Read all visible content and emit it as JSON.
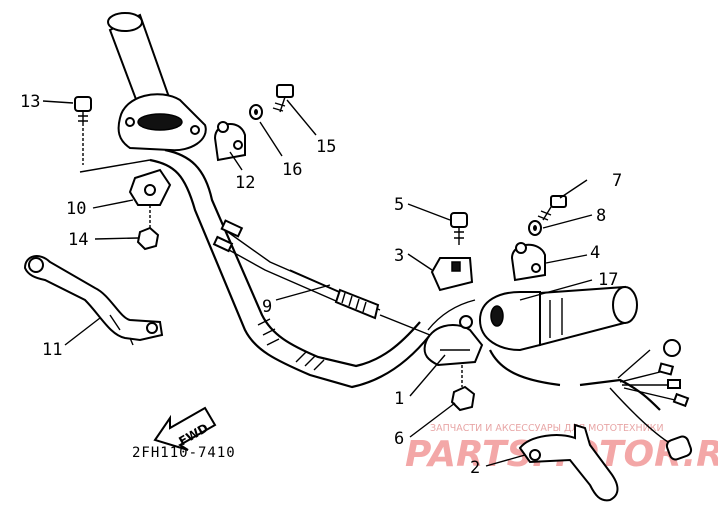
{
  "diagram": {
    "part_code": "2FH110-7410",
    "direction_label": "FWD",
    "callouts": [
      "1",
      "2",
      "3",
      "4",
      "5",
      "6",
      "7",
      "8",
      "9",
      "10",
      "11",
      "12",
      "13",
      "14",
      "15",
      "16",
      "17"
    ],
    "watermark": {
      "top_text": "ЗАПЧАСТИ И АКСЕССУАРЫ ДЛЯ МОТОТЕХНИКИ",
      "brand_text": "PARTSMOTOR.RU"
    }
  }
}
